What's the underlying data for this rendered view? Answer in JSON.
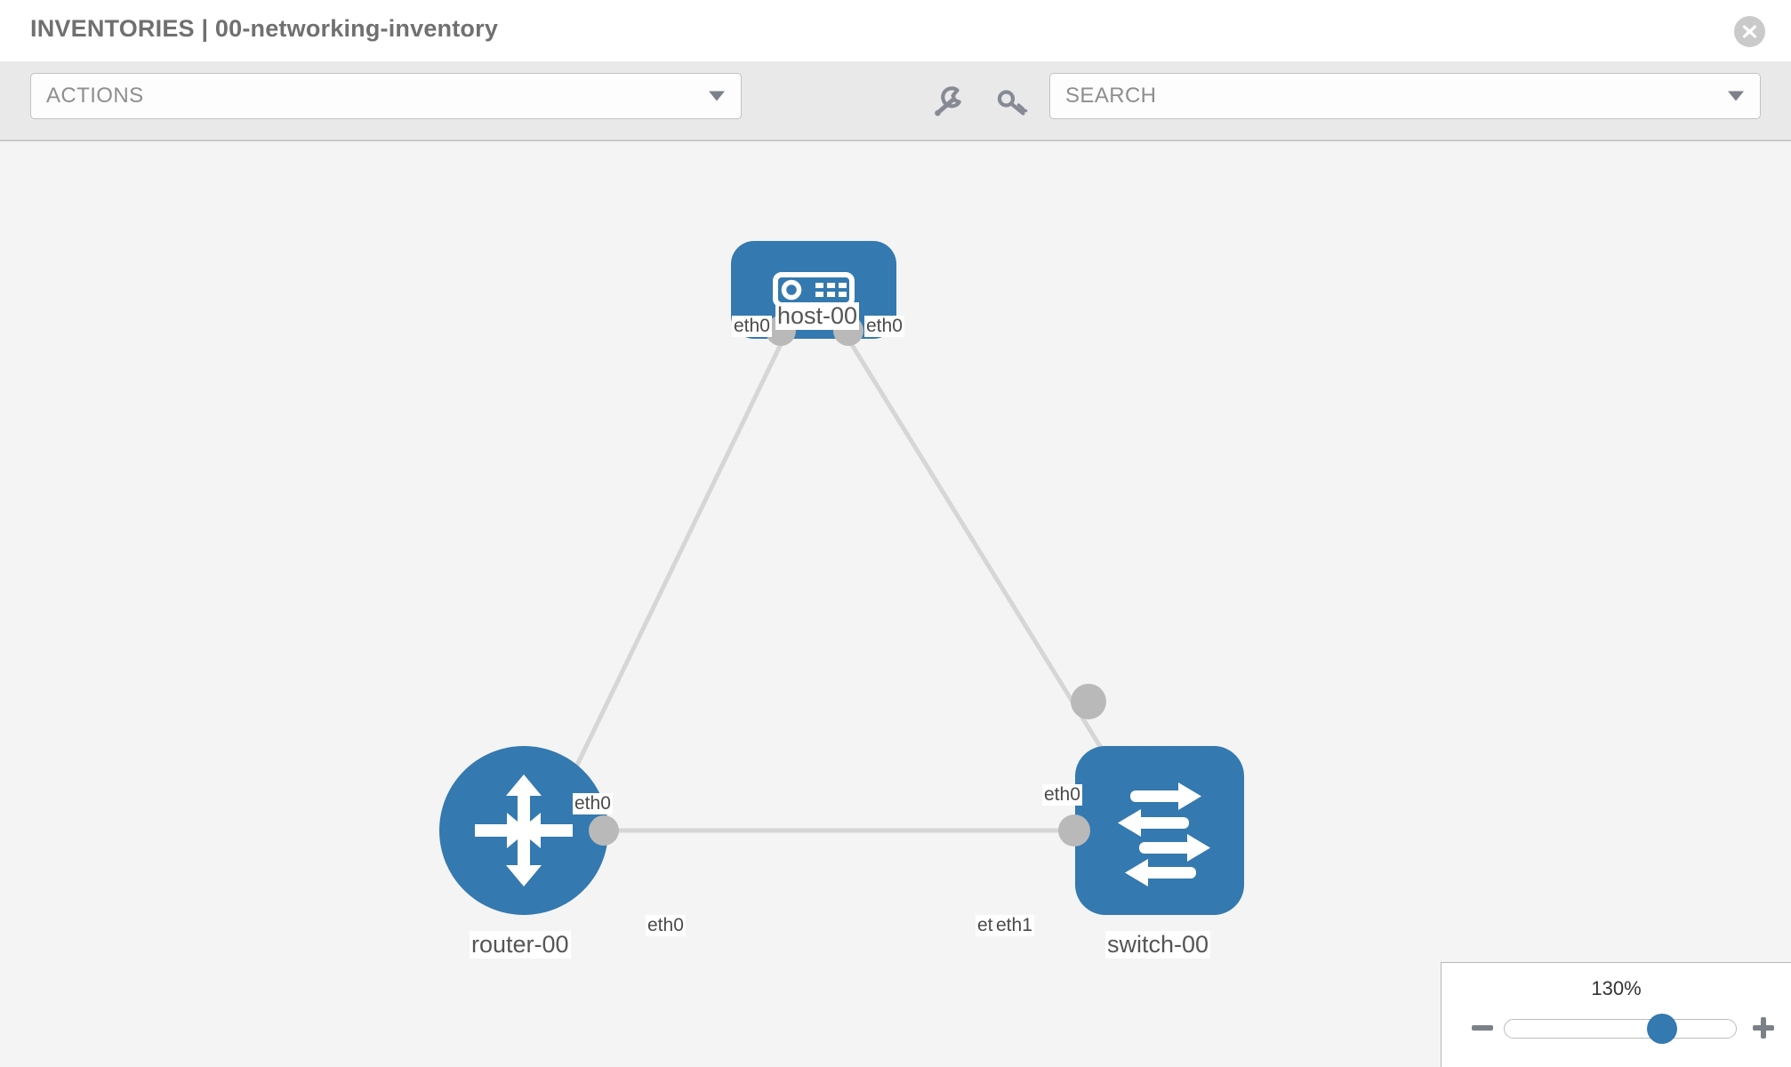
{
  "header": {
    "title": "INVENTORIES | 00-networking-inventory",
    "close_icon": "close-icon"
  },
  "toolbar": {
    "actions": {
      "label": "ACTIONS",
      "caret_icon": "chevron-down-icon"
    },
    "search": {
      "placeholder": "SEARCH",
      "label": "SEARCH",
      "caret_icon": "chevron-down-icon"
    },
    "icons": [
      {
        "name": "wrench-icon"
      },
      {
        "name": "key-icon"
      }
    ]
  },
  "topology": {
    "nodes": [
      {
        "id": "host-00",
        "label": "host-00",
        "type": "host",
        "icon": "server-icon"
      },
      {
        "id": "router-00",
        "label": "router-00",
        "type": "router",
        "icon": "router-arrows-icon"
      },
      {
        "id": "switch-00",
        "label": "switch-00",
        "type": "switch",
        "icon": "switch-arrows-icon"
      }
    ],
    "interfaces": {
      "host_left": "eth0",
      "host_right": "eth0",
      "router_up": "eth0",
      "router_right": "eth0",
      "switch_up": "eth0",
      "switch_left_under": "eth0",
      "switch_left": "eth1"
    },
    "colors": {
      "node_blue": "#3479b0",
      "port_gray": "#b9b9b9",
      "link_gray": "#d6d6d6",
      "canvas_bg": "#f4f4f4"
    }
  },
  "zoom_control": {
    "level": "130%",
    "minus_label": "minus-icon",
    "plus_label": "plus-icon",
    "slider_value": 130
  }
}
